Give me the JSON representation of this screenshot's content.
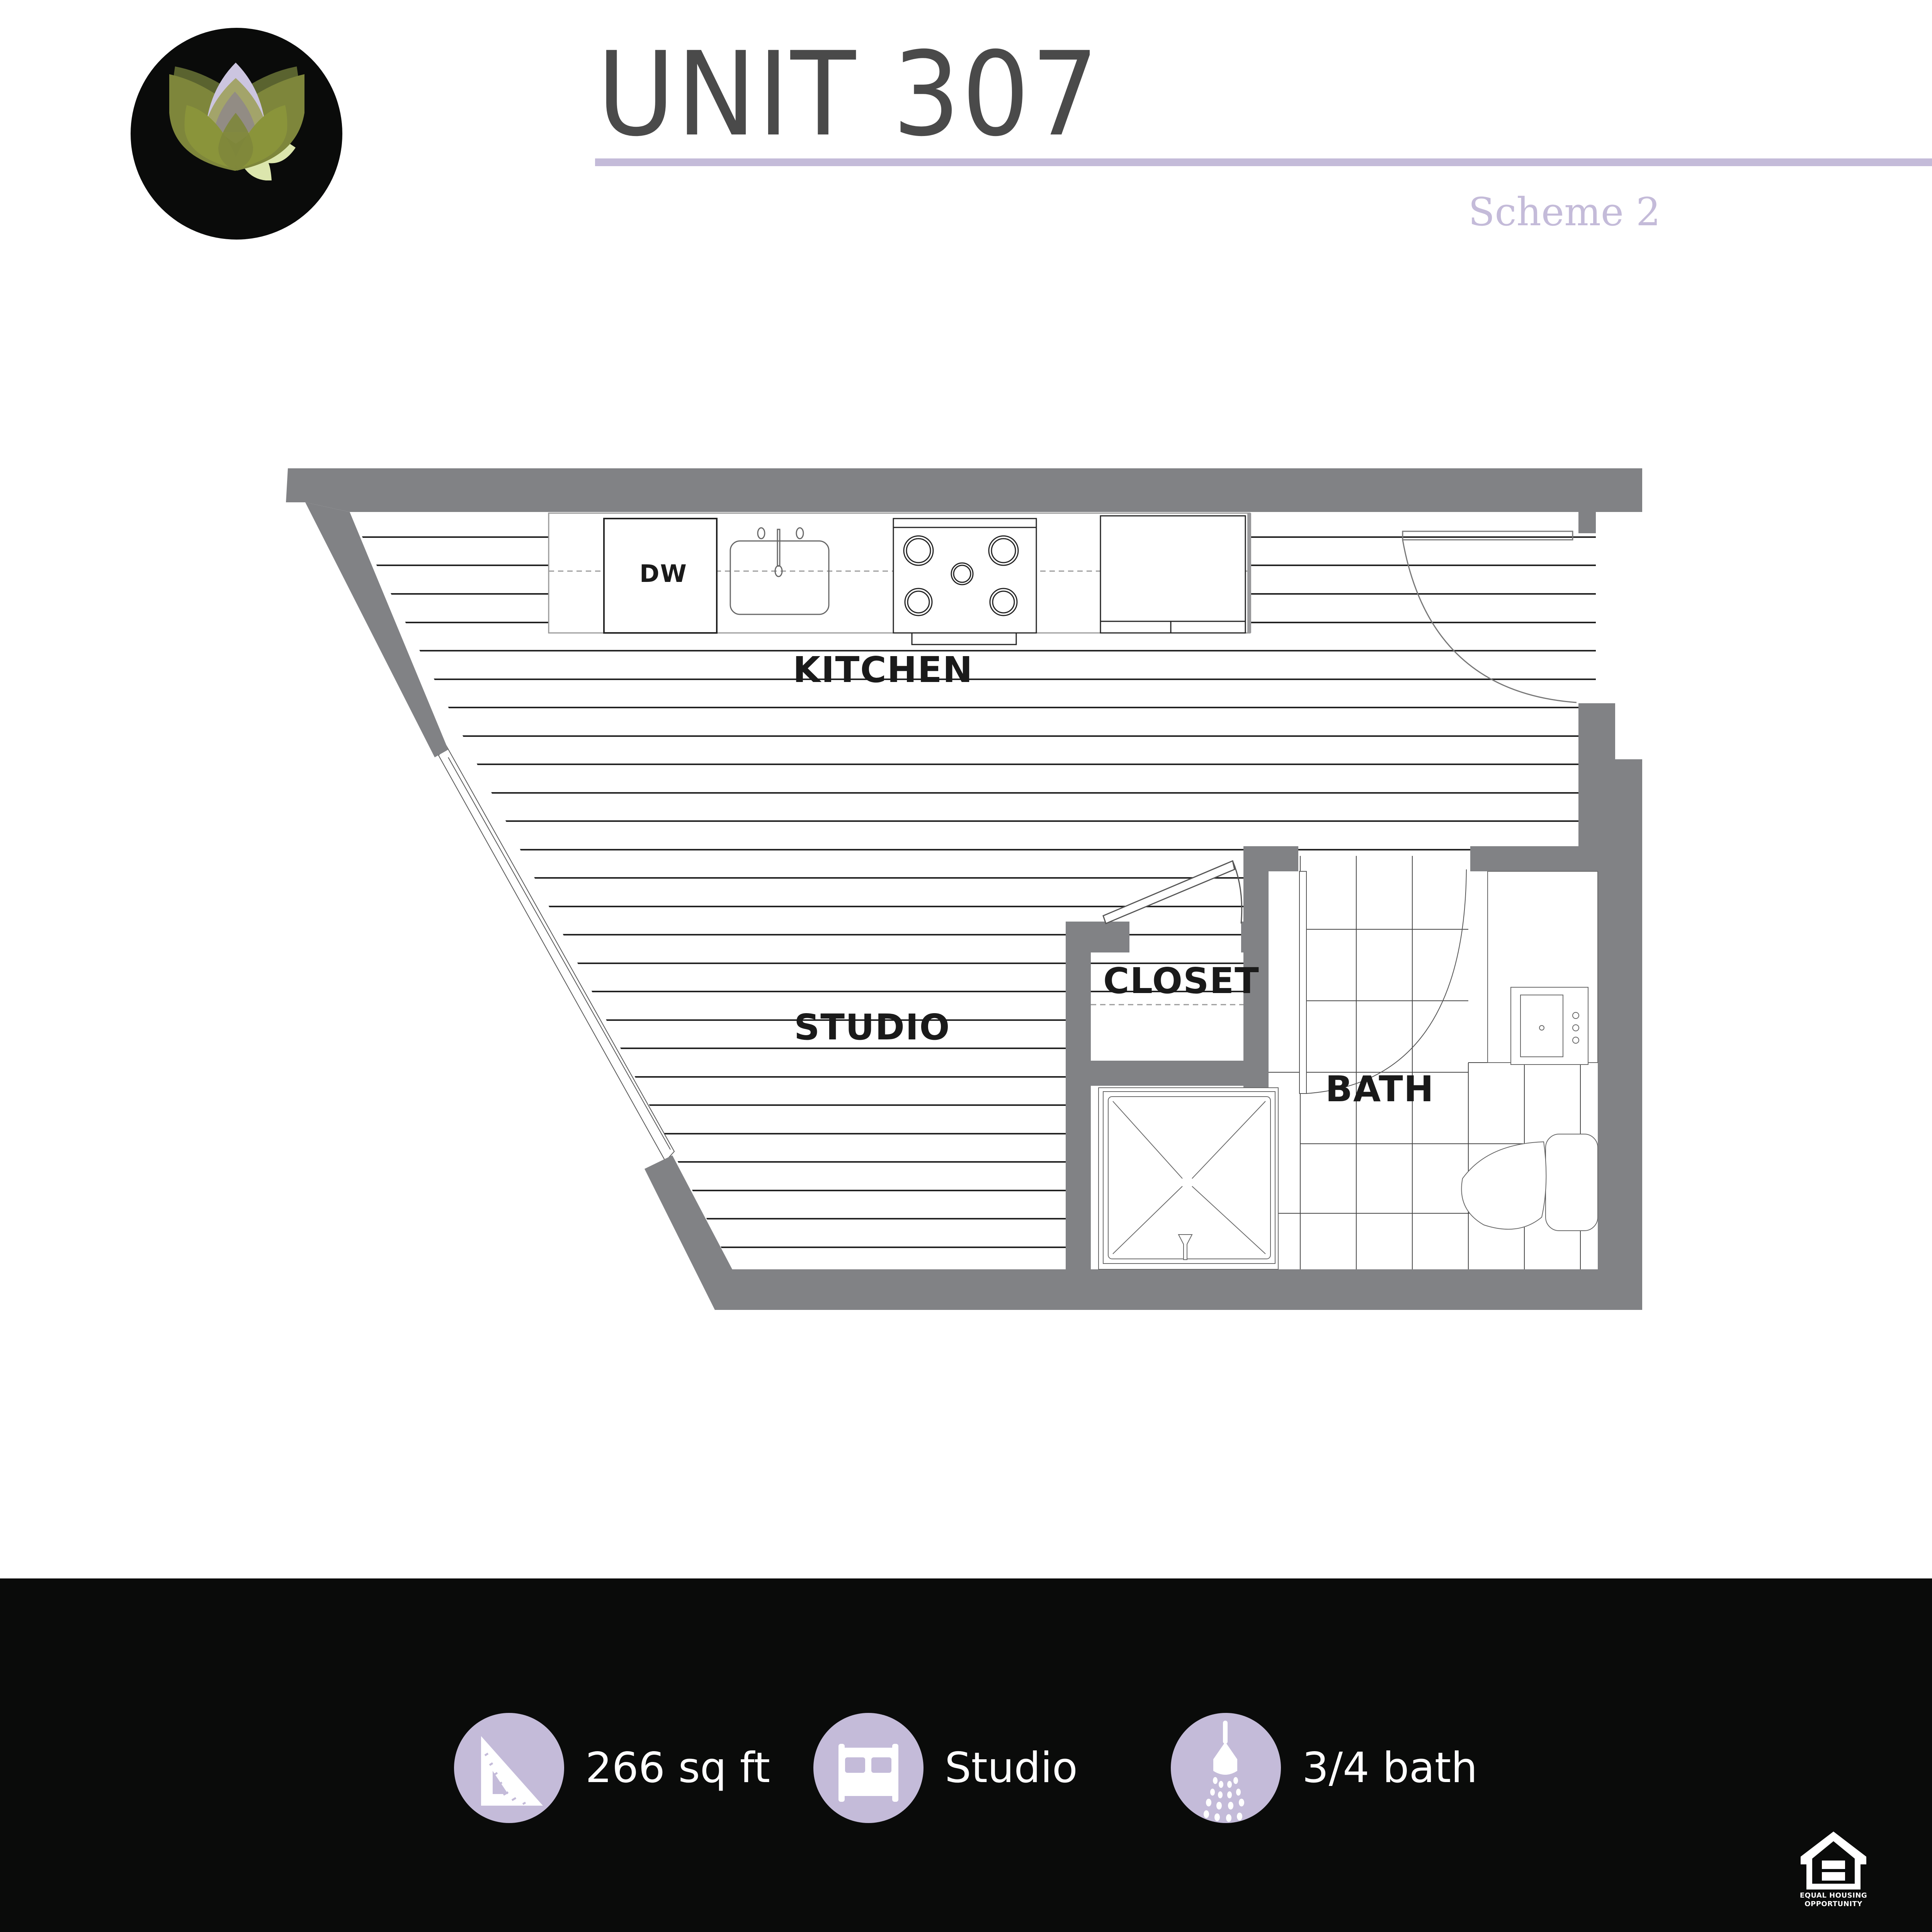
{
  "header": {
    "title": "UNIT 307",
    "subtitle": "Scheme 2",
    "logo": "artichoke-logo-icon"
  },
  "floor_plan": {
    "rooms": [
      {
        "id": "kitchen",
        "label": "KITCHEN"
      },
      {
        "id": "studio",
        "label": "STUDIO"
      },
      {
        "id": "closet",
        "label": "CLOSET"
      },
      {
        "id": "bath",
        "label": "BATH"
      }
    ],
    "appliances": {
      "dishwasher": "DW",
      "items": [
        "dishwasher",
        "kitchen-sink",
        "range-5-burner",
        "refrigerator",
        "shower",
        "vanity-sink",
        "toilet"
      ]
    }
  },
  "footer": {
    "stats": [
      {
        "icon": "triangle-ruler-icon",
        "label": "266 sq ft"
      },
      {
        "icon": "bed-icon",
        "label": "Studio"
      },
      {
        "icon": "shower-icon",
        "label": "3/4 bath"
      }
    ],
    "equal_housing": {
      "line1": "EQUAL HOUSING",
      "line2": "OPPORTUNITY"
    }
  },
  "colors": {
    "accent_lavender": "#c4bbd9",
    "wall_gray": "#818285",
    "title_gray": "#4a4a4a",
    "footer_black": "#0a0b0a"
  }
}
